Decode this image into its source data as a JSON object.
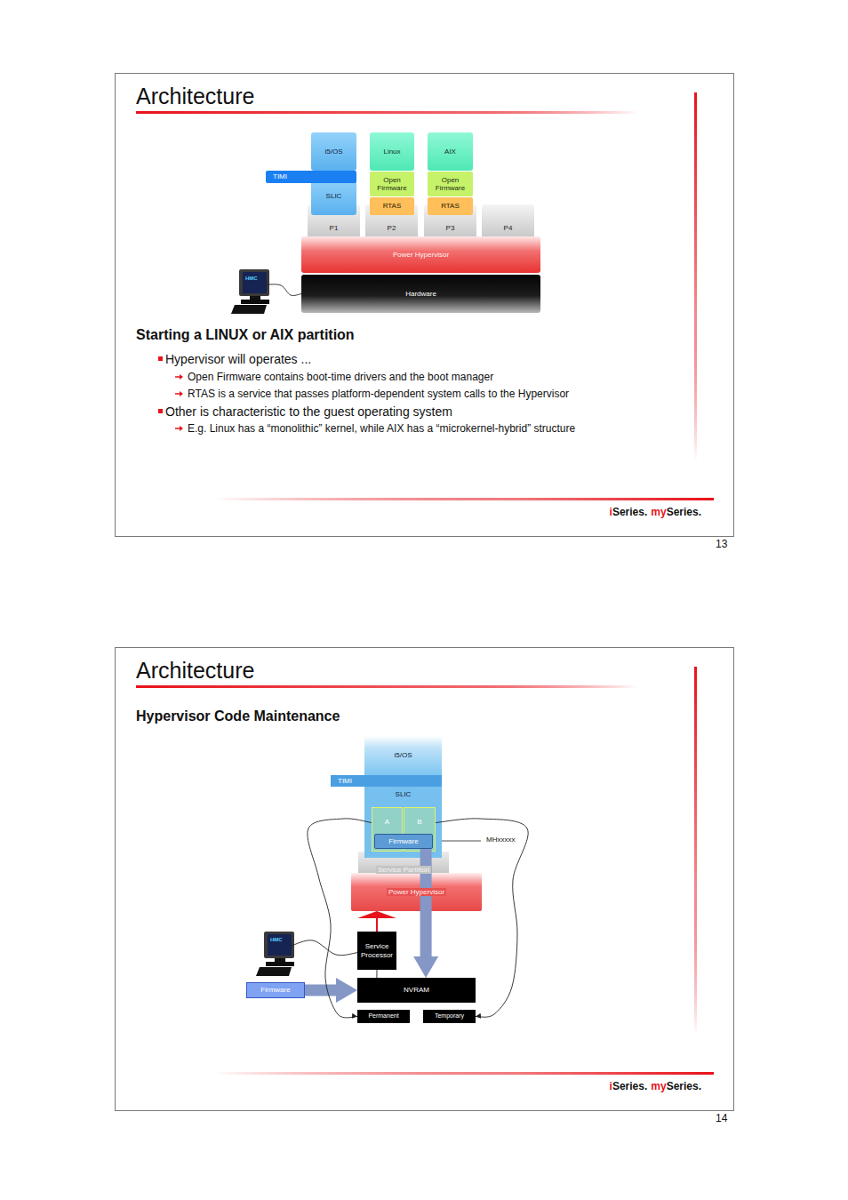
{
  "diagram": {
    "title": "Architecture",
    "nodes": [
      {
        "text": [
          "i5/OS"
        ]
      },
      {
        "text": [
          "Linux"
        ]
      },
      {
        "text": [
          "AIX"
        ]
      },
      {
        "text": [
          "TIMI"
        ]
      },
      {
        "text": [
          "SLIC"
        ]
      },
      {
        "text": [
          "Open Firmware"
        ]
      },
      {
        "text": [
          "Open Firmware"
        ]
      },
      {
        "text": [
          "RTAS"
        ]
      },
      {
        "text": [
          "RTAS"
        ]
      },
      {
        "text": [
          "P1"
        ]
      },
      {
        "text": [
          "P2"
        ]
      },
      {
        "text": [
          "P3"
        ]
      },
      {
        "text": [
          "P4"
        ]
      },
      {
        "text": [
          "Power Hypervisor"
        ]
      },
      {
        "text": [
          "Hardware"
        ]
      },
      {
        "text": [
          "HMC"
        ]
      },
      {
        "text": [
          "i5/OS"
        ]
      },
      {
        "text": [
          "TIMI"
        ]
      },
      {
        "text": [
          "SLIC"
        ]
      },
      {
        "text": [
          "A"
        ],
        "in": 18
      },
      {
        "text": [
          "B"
        ],
        "in": 18
      },
      {
        "text": [
          "Firmware"
        ],
        "in": 18
      },
      {
        "text": [
          "Service Partition"
        ]
      },
      {
        "text": [
          "Power Hypervisor"
        ]
      },
      {
        "text": [
          "HMC"
        ]
      },
      {
        "text": [
          "Service Processor"
        ]
      },
      {
        "text": [
          "Firmware"
        ]
      },
      {
        "text": [
          "NVRAM"
        ]
      },
      {
        "text": [
          "Permanent"
        ]
      },
      {
        "text": [
          "Temporary"
        ]
      }
    ],
    "edges": [
      {
        "from": 15,
        "to": 14,
        "arrow": "none"
      },
      {
        "from": 24,
        "to": 25,
        "arrow": "none"
      },
      {
        "from": 25,
        "to": 23,
        "arrow": "to"
      },
      {
        "from": 21,
        "to": 27,
        "arrow": "to"
      },
      {
        "from": 26,
        "to": 27,
        "arrow": "to"
      },
      {
        "from": 25,
        "to": 27,
        "arrow": "none"
      },
      {
        "from": 19,
        "to": 28,
        "arrow": "to"
      },
      {
        "from": 20,
        "to": 29,
        "arrow": "to"
      }
    ],
    "labels": [
      "Starting a LINUX or AIX partition",
      "Hypervisor will operates ...",
      "Open Firmware contains boot-time drivers and the boot manager",
      "RTAS is a service that passes platform-dependent system calls to the Hypervisor",
      "Other is characteristic to the guest operating system",
      "E.g. Linux has a “monolithic” kernel, while AIX has a “microkernel-hybrid” structure",
      "i",
      "Series.",
      "my",
      "Series.",
      "13",
      "Architecture",
      "Hypervisor Code Maintenance",
      "MHxxxxx",
      "i",
      "Series.",
      "my",
      "Series.",
      "14"
    ]
  }
}
